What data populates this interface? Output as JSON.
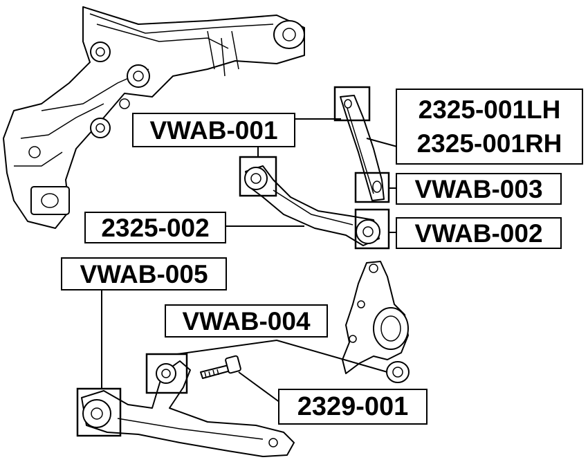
{
  "labels": {
    "vwab_001": "VWAB-001",
    "part_2325_001lh": "2325-001LH",
    "part_2325_001rh": "2325-001RH",
    "vwab_003": "VWAB-003",
    "part_2325_002": "2325-002",
    "vwab_002": "VWAB-002",
    "vwab_005": "VWAB-005",
    "vwab_004": "VWAB-004",
    "part_2329_001": "2329-001"
  }
}
